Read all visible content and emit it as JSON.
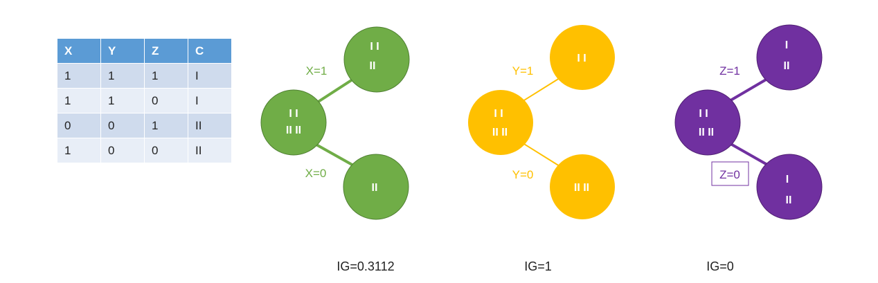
{
  "table": {
    "headers": [
      "X",
      "Y",
      "Z",
      "C"
    ],
    "rows": [
      [
        "1",
        "1",
        "1",
        "I"
      ],
      [
        "1",
        "1",
        "0",
        "I"
      ],
      [
        "0",
        "0",
        "1",
        "II"
      ],
      [
        "1",
        "0",
        "0",
        "II"
      ]
    ]
  },
  "colors": {
    "green": "#70ad47",
    "green_dark": "#4e7f31",
    "yellow": "#ffc000",
    "yellow_dark": "#c59400",
    "purple": "#7030a0",
    "purple_dark": "#4f1f72",
    "header_blue": "#5b9bd5"
  },
  "trees": [
    {
      "color": "green",
      "root": [
        "I I",
        "II II"
      ],
      "top": [
        "I I",
        "II"
      ],
      "bottom": [
        "II"
      ],
      "top_edge_label": "X=1",
      "bottom_edge_label": "X=0",
      "ig": "IG=0.3112"
    },
    {
      "color": "yellow",
      "root": [
        "I I",
        "II II"
      ],
      "top": [
        "I I"
      ],
      "bottom": [
        "II II"
      ],
      "top_edge_label": "Y=1",
      "bottom_edge_label": "Y=0",
      "ig": "IG=1"
    },
    {
      "color": "purple",
      "root": [
        "I I",
        "II II"
      ],
      "top": [
        "I",
        "II"
      ],
      "bottom": [
        "I",
        "II"
      ],
      "top_edge_label": "Z=1",
      "bottom_edge_label": "Z=0",
      "bottom_label_boxed": true,
      "ig": "IG=0"
    }
  ]
}
